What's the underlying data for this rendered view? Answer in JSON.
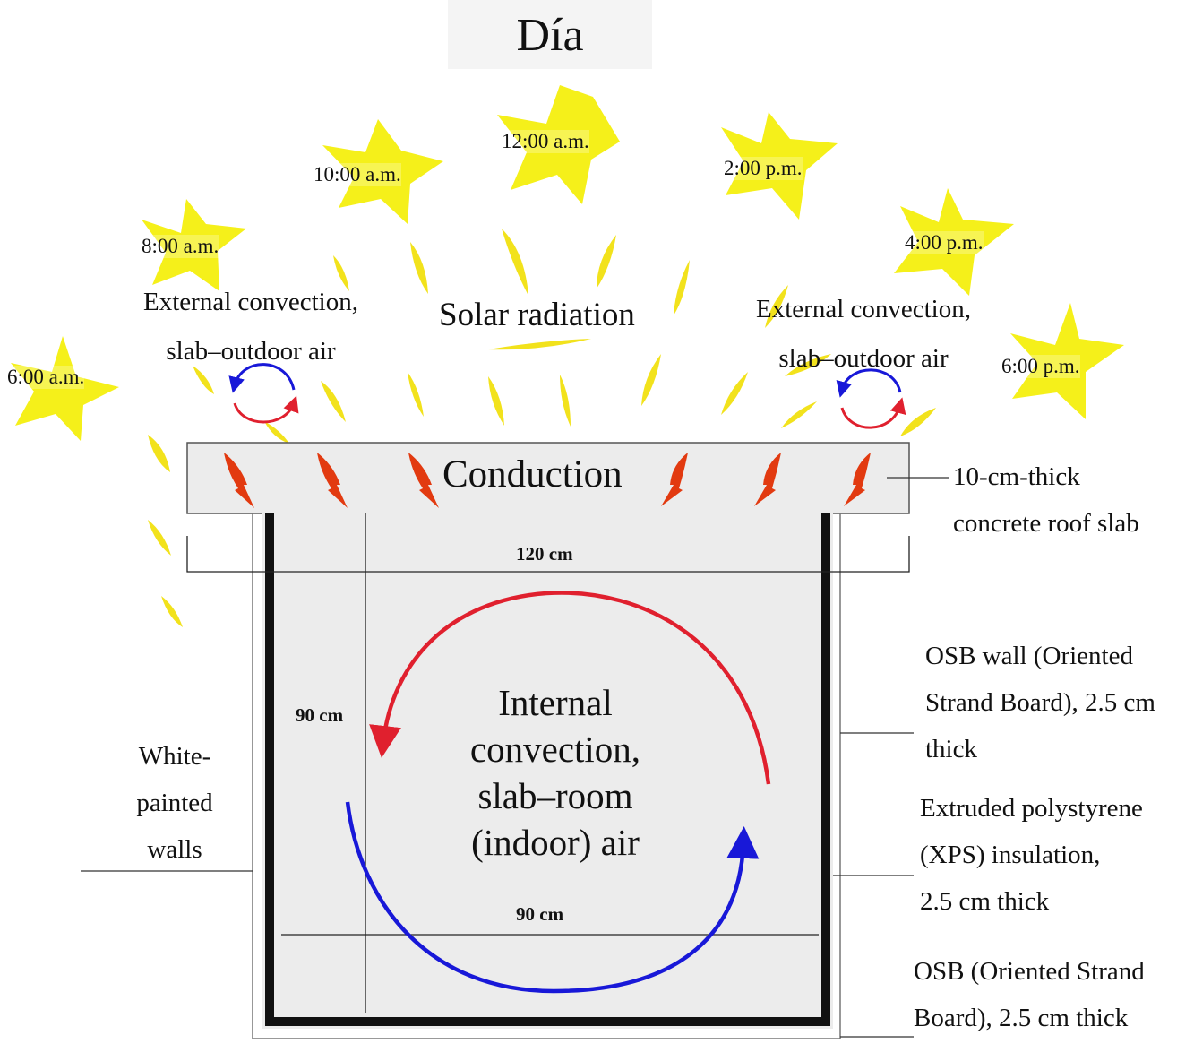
{
  "title": "Día",
  "times": [
    {
      "id": "6am",
      "label": "6:00 a.m."
    },
    {
      "id": "8am",
      "label": "8:00 a.m."
    },
    {
      "id": "10am",
      "label": "10:00 a.m."
    },
    {
      "id": "12am",
      "label": "12:00 a.m."
    },
    {
      "id": "2pm",
      "label": "2:00 p.m."
    },
    {
      "id": "4pm",
      "label": "4:00 p.m."
    },
    {
      "id": "6pm",
      "label": "6:00 p.m."
    }
  ],
  "solar_radiation": "Solar radiation",
  "external_convection_left": [
    "External convection,",
    "slab–outdoor air"
  ],
  "external_convection_right": [
    "External convection,",
    "slab–outdoor air"
  ],
  "conduction": "Conduction",
  "roof_slab": [
    "10-cm-thick",
    "concrete roof slab"
  ],
  "dim_width": "120 cm",
  "dim_height": "90 cm",
  "dim_depth": "90 cm",
  "internal_convection": [
    "Internal",
    "convection,",
    "slab–room",
    "(indoor) air"
  ],
  "white_walls": [
    "White-",
    "painted",
    "walls"
  ],
  "osb_wall": [
    "OSB wall (Oriented",
    "Strand Board), 2.5 cm",
    "thick"
  ],
  "xps": [
    "Extruded polystyrene",
    "(XPS) insulation,",
    "2.5 cm thick"
  ],
  "osb_floor": [
    "OSB (Oriented Strand",
    "Board), 2.5 cm thick"
  ],
  "colors": {
    "sun": "#f5f01a",
    "ray": "#f2e21c",
    "conduction_arrow": "#e23a10",
    "hot_arrow": "#e0202e",
    "cold_arrow": "#1818d8",
    "slab": "#ececec",
    "room": "#ececec"
  }
}
